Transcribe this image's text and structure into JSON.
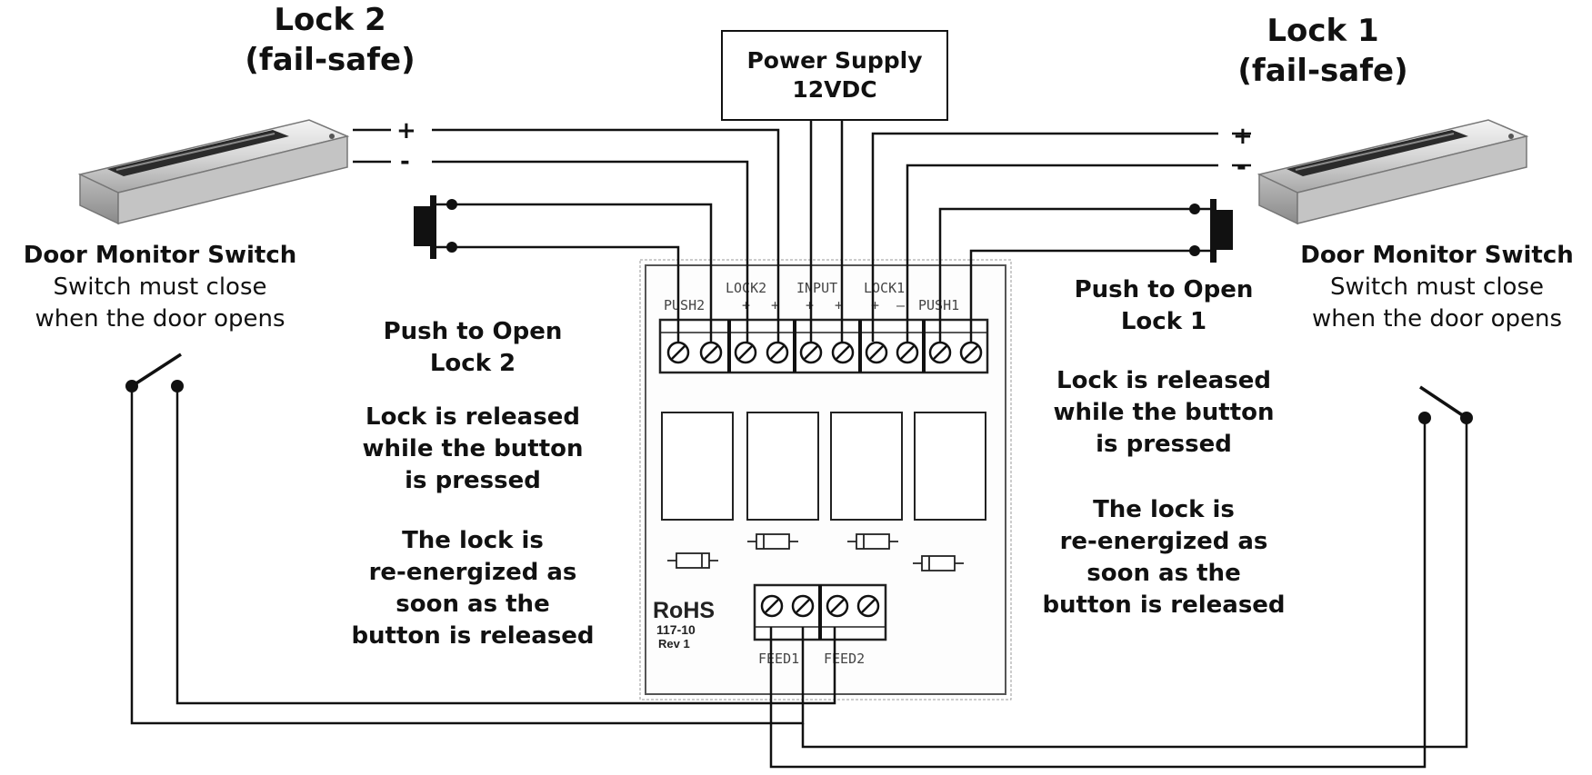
{
  "lock2": {
    "title": "Lock 2",
    "subtitle": "(fail-safe)"
  },
  "lock1": {
    "title": "Lock 1",
    "subtitle": "(fail-safe)"
  },
  "power_supply": {
    "line1": "Power Supply",
    "line2": "12VDC"
  },
  "polarity": {
    "plus": "+",
    "minus": "-"
  },
  "door_monitor_left": {
    "title": "Door Monitor Switch",
    "line1": "Switch must close",
    "line2": "when the door opens"
  },
  "door_monitor_right": {
    "title": "Door Monitor Switch",
    "line1": "Switch must close",
    "line2": "when the door opens"
  },
  "push_left": {
    "title1": "Push to Open",
    "title2": "Lock 2",
    "released": [
      "Lock is released",
      "while the button",
      "is pressed"
    ],
    "reenergized": [
      "The lock is",
      "re-energized as",
      "soon as the",
      "button is released"
    ]
  },
  "push_right": {
    "title1": "Push to Open",
    "title2": "Lock 1",
    "released": [
      "Lock is released",
      "while the button",
      "is pressed"
    ],
    "reenergized": [
      "The lock is",
      "re-energized as",
      "soon as the",
      "button is released"
    ]
  },
  "board": {
    "top_labels": {
      "push2": "PUSH2",
      "lock2": "LOCK2",
      "input": "INPUT",
      "lock1": "LOCK1",
      "push1": "PUSH1"
    },
    "pin_signs": [
      "+",
      "+",
      "+",
      "+",
      "+",
      "–"
    ],
    "rohs": "RoHS",
    "model": "117-10",
    "rev": "Rev 1",
    "feed_labels": {
      "feed1": "FEED1",
      "feed2": "FEED2"
    }
  },
  "colors": {
    "line": "#111111",
    "board_border": "#666666",
    "lock_body": "#d8d8d8"
  }
}
